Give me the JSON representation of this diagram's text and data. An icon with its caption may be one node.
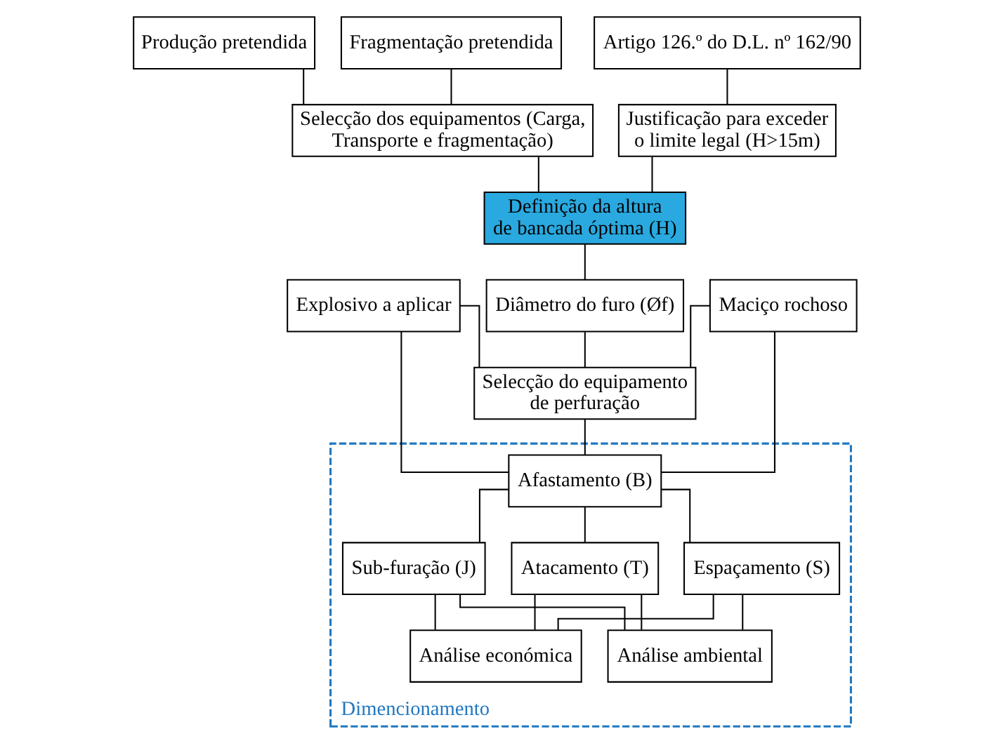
{
  "diagram": {
    "nodes": [
      {
        "text": [
          "Produção pretendida"
        ]
      },
      {
        "text": [
          "Fragmentação pretendida"
        ]
      },
      {
        "text": [
          "Artigo 126.º do D.L. nº 162/90"
        ]
      },
      {
        "text": [
          "Selecção dos equipamentos (Carga, Transporte e fragmentação)"
        ]
      },
      {
        "text": [
          "Justificação para exceder o limite legal (H>15m)"
        ]
      },
      {
        "text": [
          "Definição da altura de bancada óptima (H)"
        ]
      },
      {
        "text": [
          "Diâmetro do furo (Øf)"
        ]
      },
      {
        "text": [
          "Explosivo a aplicar"
        ]
      },
      {
        "text": [
          "Maciço rochoso"
        ]
      },
      {
        "text": [
          "Selecção do equipamento de perfuração"
        ]
      },
      {
        "text": [
          "Dimencionamento"
        ]
      },
      {
        "text": [
          "Afastamento (B)"
        ],
        "in": 10
      },
      {
        "text": [
          "Espaçamento (S)"
        ],
        "in": 10
      },
      {
        "text": [
          "Sub-furação (J)"
        ],
        "in": 10
      },
      {
        "text": [
          "Atacamento (T)"
        ],
        "in": 10
      },
      {
        "text": [
          "Análise económica"
        ],
        "in": 10
      },
      {
        "text": [
          "Análise ambiental"
        ],
        "in": 10
      }
    ],
    "edges": [
      {
        "from": 0,
        "to": 3,
        "arrow": "none"
      },
      {
        "from": 1,
        "to": 3,
        "arrow": "none"
      },
      {
        "from": 2,
        "to": 4,
        "arrow": "none"
      },
      {
        "from": 3,
        "to": 5,
        "arrow": "none"
      },
      {
        "from": 4,
        "to": 5,
        "arrow": "none"
      },
      {
        "from": 5,
        "to": 6,
        "arrow": "none"
      },
      {
        "from": 6,
        "to": 9,
        "arrow": "none"
      },
      {
        "from": 7,
        "to": 9,
        "arrow": "none"
      },
      {
        "from": 8,
        "to": 9,
        "arrow": "none"
      },
      {
        "from": 7,
        "to": 11,
        "arrow": "none"
      },
      {
        "from": 9,
        "to": 11,
        "arrow": "none"
      },
      {
        "from": 8,
        "to": 11,
        "arrow": "none"
      },
      {
        "from": 11,
        "to": 12,
        "arrow": "none"
      },
      {
        "from": 11,
        "to": 13,
        "arrow": "none"
      },
      {
        "from": 11,
        "to": 14,
        "arrow": "none"
      },
      {
        "from": 12,
        "to": 15,
        "arrow": "none"
      },
      {
        "from": 13,
        "to": 15,
        "arrow": "none"
      },
      {
        "from": 14,
        "to": 15,
        "arrow": "none"
      },
      {
        "from": 12,
        "to": 16,
        "arrow": "none"
      },
      {
        "from": 13,
        "to": 16,
        "arrow": "none"
      },
      {
        "from": 14,
        "to": 16,
        "arrow": "none"
      }
    ]
  }
}
